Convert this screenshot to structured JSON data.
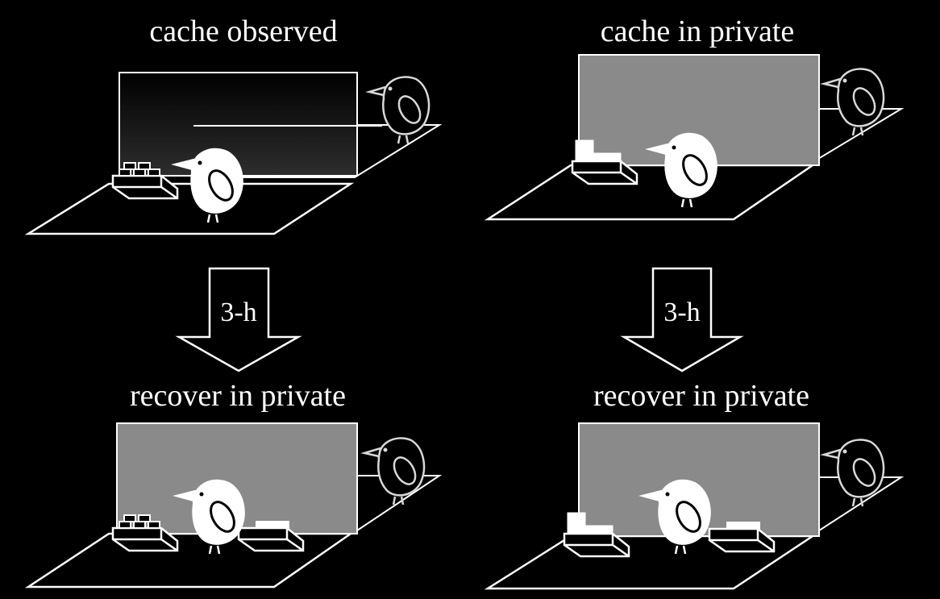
{
  "panels": {
    "top_left": {
      "title": "cache observed"
    },
    "top_right": {
      "title": "cache in private"
    },
    "bottom_left": {
      "title": "recover in private"
    },
    "bottom_right": {
      "title": "recover in private"
    }
  },
  "arrows": {
    "left": {
      "label": "3-h"
    },
    "right": {
      "label": "3-h"
    }
  },
  "colors": {
    "background": "#000000",
    "line": "#ffffff",
    "opaque_barrier": "#8a8a8a",
    "transparent_barrier": "#000000"
  }
}
